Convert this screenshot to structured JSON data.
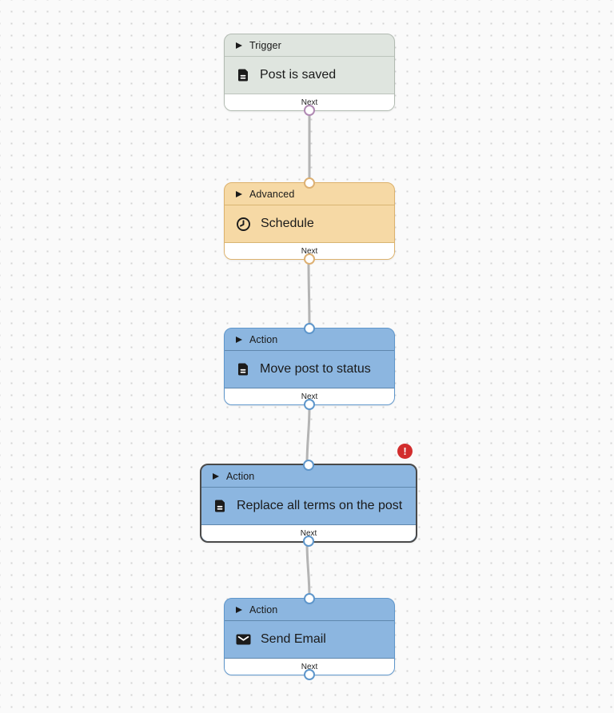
{
  "canvas": {
    "background_color": "#fafafa",
    "dot_color": "#d4d4d4",
    "connector_color": "#b4b4b4"
  },
  "node_type_colors": {
    "trigger": {
      "fill": "#dfe5df",
      "border": "#b2bbb2",
      "port": "#b089b3"
    },
    "advanced": {
      "fill": "#f6d9a5",
      "border": "#dcb26d",
      "port": "#ddb072"
    },
    "action": {
      "fill": "#8cb6e0",
      "border": "#5e96cb",
      "port": "#5e96cb"
    },
    "selected_border": "#4a4a4a"
  },
  "error_badge": {
    "color": "#d22d2d",
    "glyph": "!"
  },
  "nodes": [
    {
      "category": "Trigger",
      "title": "Post is saved",
      "icon": "document-icon",
      "footer_label": "Next",
      "type": "trigger",
      "has_error": false,
      "selected": false
    },
    {
      "category": "Advanced",
      "title": "Schedule",
      "icon": "clock-icon",
      "footer_label": "Next",
      "type": "advanced",
      "has_error": false,
      "selected": false
    },
    {
      "category": "Action",
      "title": "Move post to status",
      "icon": "document-icon",
      "footer_label": "Next",
      "type": "action",
      "has_error": false,
      "selected": false
    },
    {
      "category": "Action",
      "title": "Replace all terms on the post",
      "icon": "document-icon",
      "footer_label": "Next",
      "type": "action",
      "has_error": true,
      "selected": true
    },
    {
      "category": "Action",
      "title": "Send Email",
      "icon": "envelope-icon",
      "footer_label": "Next",
      "type": "action",
      "has_error": false,
      "selected": false
    }
  ]
}
